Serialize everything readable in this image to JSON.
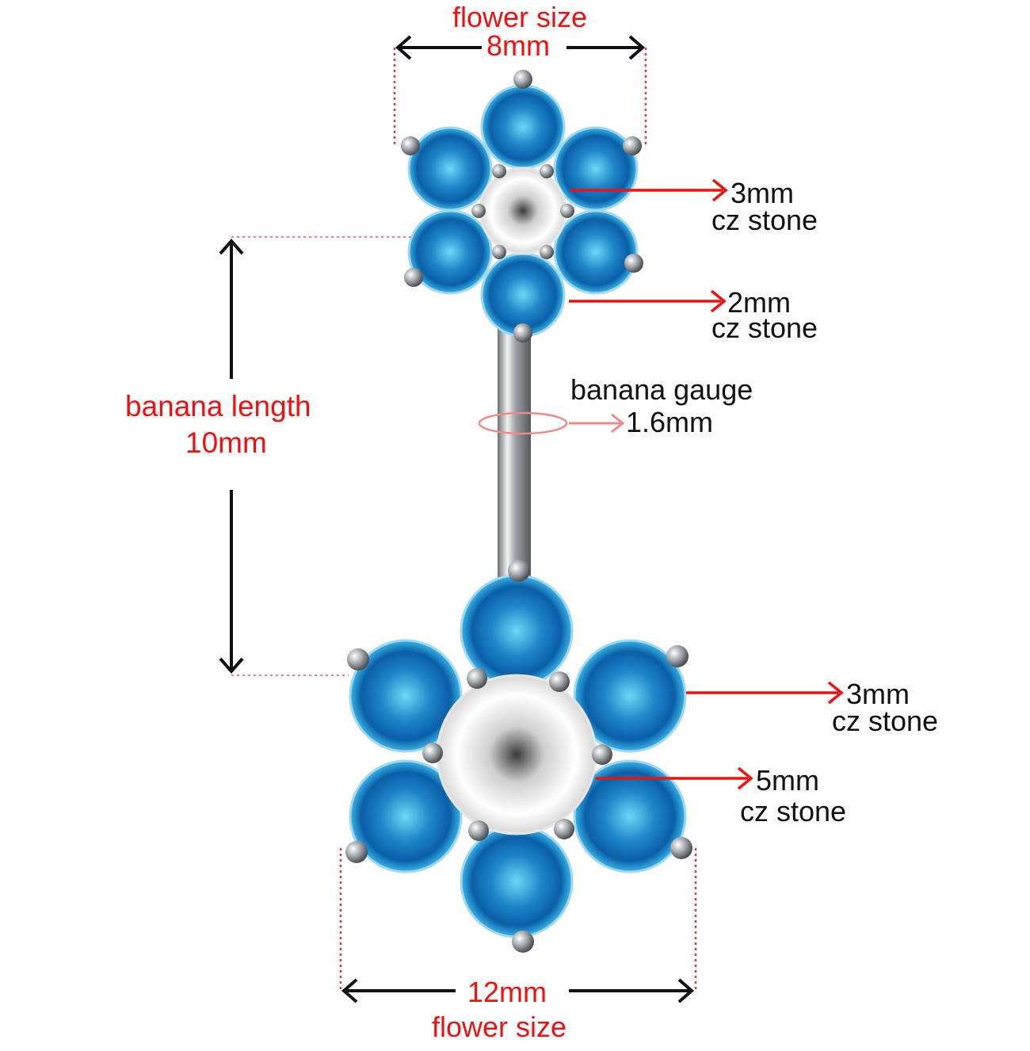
{
  "colors": {
    "label_red": "#ee1111",
    "label_black": "#111111",
    "guide_red": "#e23a3a",
    "guide_pink": "#f08080",
    "gauge_ring": "#f08a8a",
    "stone_blue": "#2aa7d8",
    "stone_blue_dark": "#0a5fa8",
    "stone_clear": "#f2f2f2",
    "metal": "#b9bcc0"
  },
  "labels": {
    "top_flower_size_title": "flower size",
    "top_flower_size_value": "8mm",
    "top_center_stone_size": "3mm",
    "top_center_stone_type": "cz stone",
    "top_petal_stone_size": "2mm",
    "top_petal_stone_type": "cz stone",
    "banana_length_title": "banana length",
    "banana_length_value": "10mm",
    "banana_gauge_title": "banana gauge",
    "banana_gauge_value": "1.6mm",
    "bottom_petal_stone_size": "3mm",
    "bottom_petal_stone_type": "cz stone",
    "bottom_center_stone_size": "5mm",
    "bottom_center_stone_type": "cz stone",
    "bottom_flower_size_value": "12mm",
    "bottom_flower_size_title": "flower size"
  }
}
